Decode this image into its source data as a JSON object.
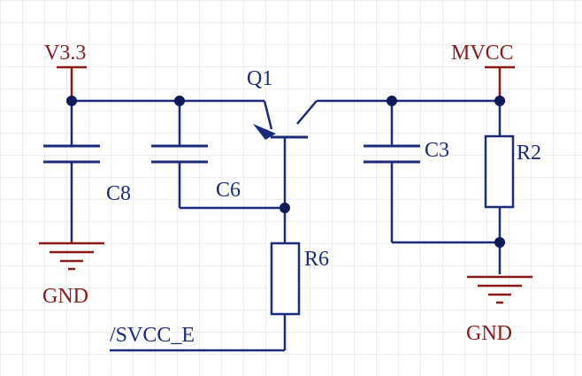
{
  "colors": {
    "wire": "#1c2a7a",
    "power": "#8a1a1a",
    "grid": "#dedede",
    "junction": "#101a5a"
  },
  "labels": {
    "v33": "V3.3",
    "mvcc": "MVCC",
    "gnd_left": "GND",
    "gnd_right": "GND",
    "svcc_e": "/SVCC_E",
    "q1": "Q1",
    "c8": "C8",
    "c6": "C6",
    "c3": "C3",
    "r6": "R6",
    "r2": "R2"
  }
}
